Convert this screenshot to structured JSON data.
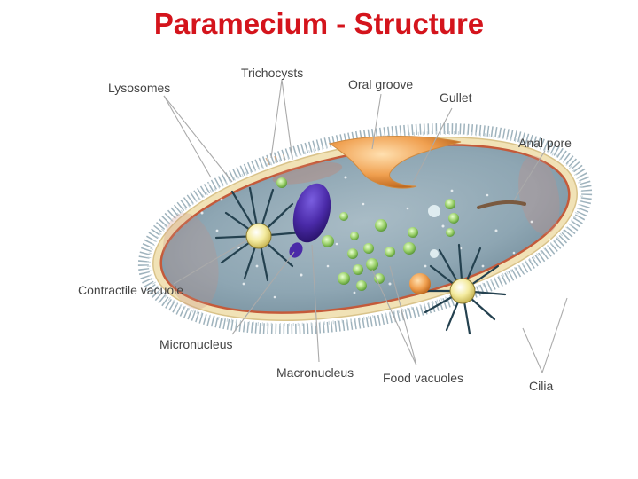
{
  "title": "Paramecium - Structure",
  "labels": {
    "lysosomes": "Lysosomes",
    "trichocysts": "Trichocysts",
    "oral_groove": "Oral groove",
    "gullet": "Gullet",
    "anal_pore": "Anal pore",
    "contractile_vacuole": "Contractile vacuole",
    "micronucleus": "Micronucleus",
    "macronucleus": "Macronucleus",
    "food_vacuoles": "Food vacuoles",
    "cilia": "Cilia"
  },
  "colors": {
    "title": "#d4141c",
    "cytoplasm": "#8fa7b4",
    "membrane": "#f1e2b6",
    "oral_groove": "#f0a050",
    "macronucleus": "#4a2aa8",
    "food_vacuole": "#9ad06a",
    "contractile_vacuole": "#f4eba0"
  }
}
